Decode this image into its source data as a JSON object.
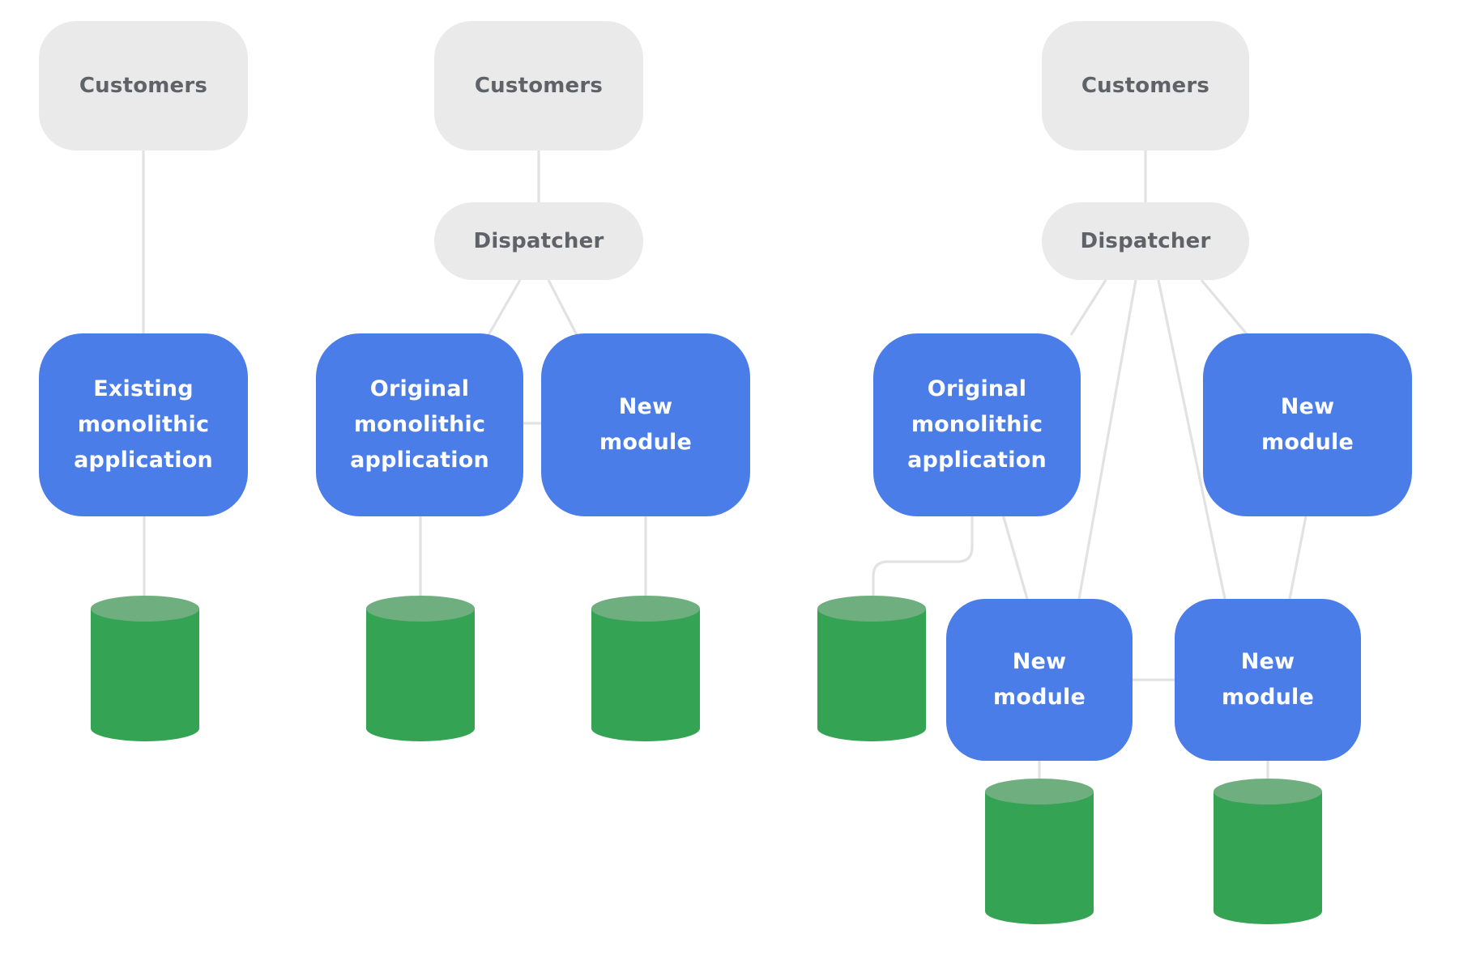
{
  "colors": {
    "node_gray": "#eaeaea",
    "node_blue": "#4b7de9",
    "gray_text": "#5f6368",
    "white_text": "#ffffff",
    "db_body": "#34a353",
    "db_top": "#6fae7f",
    "line": "#e2e2e2",
    "bg": "#ffffff"
  },
  "labels": {
    "customers": "Customers",
    "dispatcher": "Dispatcher",
    "existing_monolith": "Existing monolithic application",
    "original_monolith": "Original monolithic application",
    "new_module": "New module"
  },
  "panels": [
    {
      "id": "stage-1-monolith",
      "nodes": [
        "customers",
        "existing-monolithic-application",
        "database"
      ]
    },
    {
      "id": "stage-2-first-module-split",
      "nodes": [
        "customers",
        "dispatcher",
        "original-monolithic-application",
        "new-module",
        "database",
        "database"
      ]
    },
    {
      "id": "stage-3-more-modules",
      "nodes": [
        "customers",
        "dispatcher",
        "original-monolithic-application",
        "new-module",
        "new-module",
        "new-module",
        "database",
        "database",
        "database"
      ]
    }
  ],
  "edges": [
    {
      "panel": 1,
      "from": "customers",
      "to": "existing-monolithic-application"
    },
    {
      "panel": 1,
      "from": "existing-monolithic-application",
      "to": "database"
    },
    {
      "panel": 2,
      "from": "customers",
      "to": "dispatcher"
    },
    {
      "panel": 2,
      "from": "dispatcher",
      "to": "original-monolithic-application"
    },
    {
      "panel": 2,
      "from": "dispatcher",
      "to": "new-module"
    },
    {
      "panel": 2,
      "from": "original-monolithic-application",
      "to": "new-module"
    },
    {
      "panel": 2,
      "from": "original-monolithic-application",
      "to": "database"
    },
    {
      "panel": 2,
      "from": "new-module",
      "to": "database"
    },
    {
      "panel": 3,
      "from": "customers",
      "to": "dispatcher"
    },
    {
      "panel": 3,
      "from": "dispatcher",
      "to": "original-monolithic-application"
    },
    {
      "panel": 3,
      "from": "dispatcher",
      "to": "new-module-top"
    },
    {
      "panel": 3,
      "from": "dispatcher",
      "to": "new-module-left"
    },
    {
      "panel": 3,
      "from": "dispatcher",
      "to": "new-module-right"
    },
    {
      "panel": 3,
      "from": "original-monolithic-application",
      "to": "database"
    },
    {
      "panel": 3,
      "from": "original-monolithic-application",
      "to": "new-module-left"
    },
    {
      "panel": 3,
      "from": "new-module-top",
      "to": "new-module-right"
    },
    {
      "panel": 3,
      "from": "new-module-left",
      "to": "new-module-right"
    },
    {
      "panel": 3,
      "from": "new-module-left",
      "to": "database"
    },
    {
      "panel": 3,
      "from": "new-module-right",
      "to": "database"
    }
  ]
}
